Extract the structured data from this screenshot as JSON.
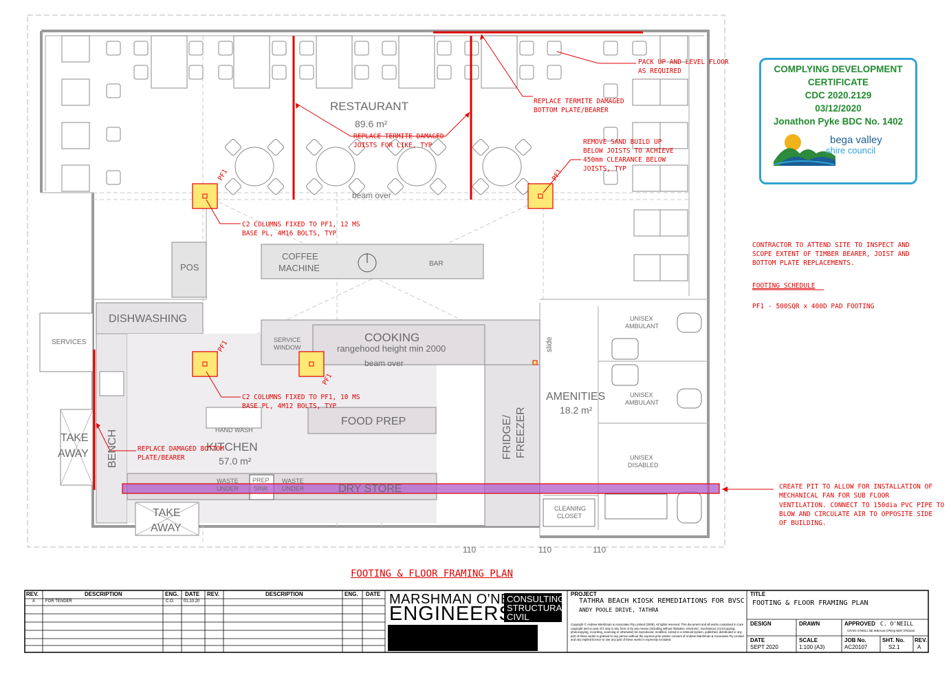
{
  "rooms": {
    "restaurant": "RESTAURANT",
    "restaurant_area": "89.6 m²",
    "beam_over_1": "beam over",
    "coffee_machine_1": "COFFEE",
    "coffee_machine_2": "MACHINE",
    "bar": "BAR",
    "pos": "POS",
    "dishwashing": "DISHWASHING",
    "services": "SERVICES",
    "service_window_1": "SERVICE",
    "service_window_2": "WINDOW",
    "cooking": "COOKING",
    "rangehood": "rangehood height min 2000",
    "beam_over_2": "beam over",
    "food_prep": "FOOD PREP",
    "hand_wash": "HAND WASH",
    "kitchen": "KITCHEN",
    "kitchen_area": "57.0 m²",
    "bench": "BENCH",
    "take_away_left_1": "TAKE",
    "take_away_left_2": "AWAY",
    "take_away_bottom_1": "TAKE",
    "take_away_bottom_2": "AWAY",
    "waste_under_1a": "WASTE",
    "waste_under_1b": "UNDER",
    "prep_sink_1": "PREP",
    "prep_sink_2": "SINK",
    "waste_under_2a": "WASTE",
    "waste_under_2b": "UNDER",
    "dry_store": "DRY STORE",
    "fridge_freezer_1": "FRIDGE/",
    "fridge_freezer_2": "FREEZER",
    "amenities": "AMENITIES",
    "amenities_area": "18.2 m²",
    "slide": "slide",
    "unisex_amb_1a": "UNISEX",
    "unisex_amb_1b": "AMBULANT",
    "unisex_amb_2a": "UNISEX",
    "unisex_amb_2b": "AMBULANT",
    "unisex_disabled_1": "UNISEX",
    "unisex_disabled_2": "DISABLED",
    "cleaning_closet_1": "CLEANING",
    "cleaning_closet_2": "CLOSET",
    "dim_1": "110",
    "dim_2": "110",
    "dim_3": "110"
  },
  "footings": {
    "label": "PF1"
  },
  "notes": {
    "pack_up_1": "PACK UP AND LEVEL FLOOR",
    "pack_up_2": "AS REQUIRED",
    "termite_bearer_1": "REPLACE TERMITE DAMAGED",
    "termite_bearer_2": "BOTTOM PLATE/BEARER",
    "termite_joists_1": "REPLACE TERMITE DAMAGED",
    "termite_joists_2": "JOISTS FOR LIKE, TYP",
    "remove_sand_1": "REMOVE SAND BUILD UP",
    "remove_sand_2": "BELOW JOISTS TO ACHIEVE",
    "remove_sand_3": "450mm CLEARANCE BELOW",
    "remove_sand_4": "JOISTS, TYP",
    "c2_upper_1": "C2 COLUMNS FIXED TO PF1, 12 MS",
    "c2_upper_2": "BASE PL, 4M16 BOLTS, TYP",
    "c2_lower_1": "C2 COLUMNS FIXED TO PF1, 10 MS",
    "c2_lower_2": "BASE PL, 4M12 BOLTS, TYP",
    "replace_bottom_1": "REPLACE DAMAGED BOTTOM",
    "replace_bottom_2": "PLATE/BEARER",
    "contractor_1": "CONTRACTOR TO ATTEND SITE TO INSPECT AND",
    "contractor_2": "SCOPE EXTENT OF TIMBER BEARER, JOIST AND",
    "contractor_3": "BOTTOM PLATE REPLACEMENTS.",
    "footing_schedule": "FOOTING SCHEDULE",
    "pf1_spec": "PF1 - 500SQR x 400D PAD FOOTING",
    "pit_1": "CREATE PIT TO ALLOW FOR INSTALLATION OF",
    "pit_2": "MECHANICAL FAN FOR SUB FLOOR",
    "pit_3": "VENTILATION. CONNECT TO 150dia PVC PIPE TO",
    "pit_4": "BLOW AND CIRCULATE AIR TO OPPOSITE SIDE",
    "pit_5": "OF BUILDING."
  },
  "certificate": {
    "line1": "COMPLYING DEVELOPMENT",
    "line2": "CERTIFICATE",
    "line3": "CDC 2020.2129",
    "line4": "03/12/2020",
    "line5": "Jonathon Pyke BDC No. 1402",
    "council_1": "bega valley",
    "council_2": "shire council"
  },
  "plan_title": "FOOTING & FLOOR FRAMING PLAN",
  "title_block": {
    "rev_header": "REV.",
    "desc_header": "DESCRIPTION",
    "eng_header": "ENG.",
    "date_header": "DATE",
    "rev_header_2": "REV.",
    "desc_header_2": "DESCRIPTION",
    "eng_header_2": "ENG.",
    "date_header_2": "DATE",
    "row1_rev": "A",
    "row1_desc": "FOR TENDER",
    "row1_eng": "C.O.",
    "row1_date": "01.10.20",
    "firm_1": "MARSHMAN O'NEILL",
    "firm_2": "ENGINEERS",
    "firm_tag_1": "CONSULTING",
    "firm_tag_2": "STRUCTURAL",
    "firm_tag_3": "CIVIL",
    "project_label": "PROJECT",
    "project_name": "TATHRA BEACH KIOSK REMEDIATIONS FOR BVSC",
    "project_address": "ANDY POOLE DRIVE, TATHRA",
    "copyright": "Copyright © Andrew Marshman & Associates Pty Limited (2009). All rights reserved. This document and all works comprised in it are copyright and no part of it may in any form or by any means (including without limitation, electronic, mechanical, microcopying, photocopying, recording, scanning or otherwise) be reproduced, modified, sorted in a retrieval system, published, distributed or any part of these works is granted to any person without the express prior written consent of Andrew Marshman & Associates Pty Limited and any implied licence to use any part of these works is expressly excluded.",
    "title_label": "TITLE",
    "title_value": "FOOTING & FLOOR FRAMING PLAN",
    "design_label": "DESIGN",
    "drawn_label": "DRAWN",
    "approved_label": "APPROVED",
    "approved_value": "C. O'NEILL",
    "approved_sub": "CRAIG O'NEILL BE MIEAust CPEng NER 3753162",
    "date_label": "DATE",
    "date_value": "SEPT 2020",
    "scale_label": "SCALE",
    "scale_value": "1:100 (A3)",
    "job_label": "JOB No.",
    "job_value": "AC20107",
    "sht_label": "SHT. No.",
    "sht_value": "S2.1",
    "rev_label": "REV.",
    "rev_value": "A"
  }
}
